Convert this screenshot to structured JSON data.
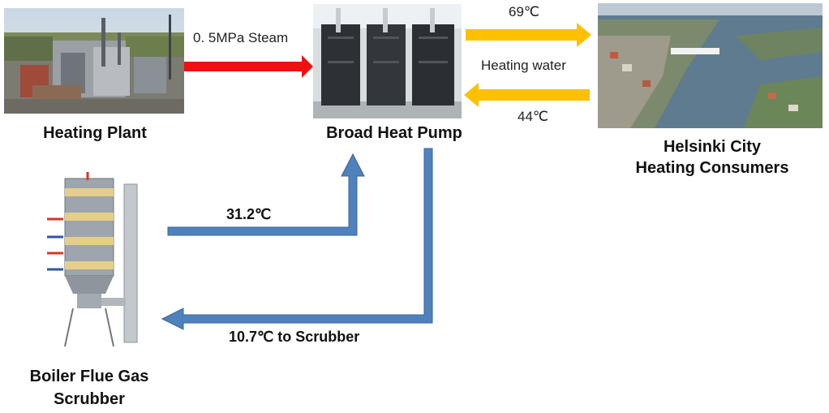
{
  "nodes": {
    "heating_plant": {
      "label": "Heating Plant"
    },
    "heat_pump": {
      "label": "Broad Heat Pump"
    },
    "consumers": {
      "line1": "Helsinki City",
      "line2": "Heating Consumers"
    },
    "scrubber": {
      "line1": "Boiler Flue Gas",
      "line2": "Scrubber"
    }
  },
  "flows": {
    "steam": {
      "label": "0. 5MPa Steam",
      "color": "#f20f0f"
    },
    "supply": {
      "label": "69℃",
      "color": "#ffc000"
    },
    "medium": {
      "label": "Heating water"
    },
    "return": {
      "label": "44℃",
      "color": "#ffc000"
    },
    "scrubber_out": {
      "label": "31.2℃",
      "color": "#4f81bd"
    },
    "scrubber_in": {
      "label": "10.7℃ to Scrubber",
      "color": "#4f81bd"
    }
  }
}
